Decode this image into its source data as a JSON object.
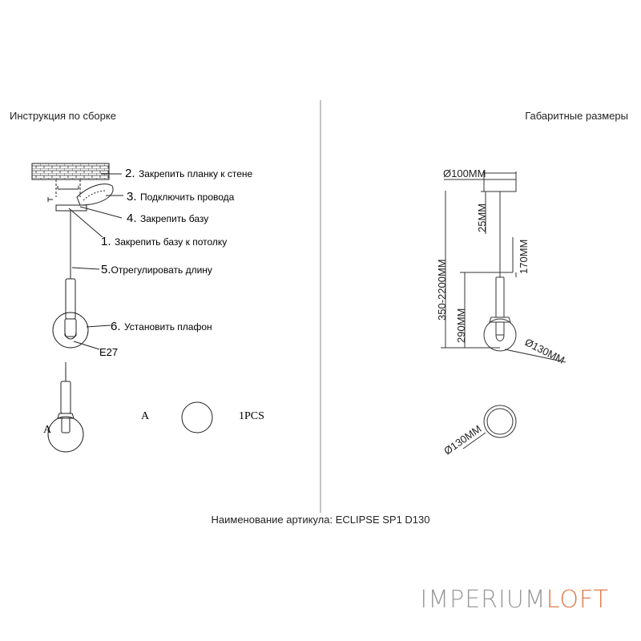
{
  "headers": {
    "left": "Инструкция по сборке",
    "right": "Габаритные размеры"
  },
  "steps": [
    {
      "num": "2.",
      "text": "Закрепить планку к стене"
    },
    {
      "num": "3.",
      "text": "Подключить провода"
    },
    {
      "num": "4.",
      "text": "Закрепить базу"
    },
    {
      "num": "1.",
      "text": "Закрепить базу к потолку"
    },
    {
      "num": "5.",
      "text": "Отрегулировать длину"
    },
    {
      "num": "6.",
      "text": "Установить плафон"
    }
  ],
  "socket_label": "E27",
  "parts": {
    "left_label": "A",
    "item_label": "A",
    "quantity": "1PCS"
  },
  "dimensions": {
    "base_diameter": "Ø100MM",
    "base_height": "25MM",
    "total_length": "350-2200MM",
    "shade_height": "290MM",
    "tube_length": "170MM",
    "shade_diameter": "Ø130MM",
    "shade_diameter_bottom": "Ø130MM"
  },
  "article": "Наименование артикула: ECLIPSE SP1 D130",
  "brand": {
    "part1": "IMPERIUM",
    "part2": "LOFT",
    "colors": {
      "part1": "#9a9a9a",
      "part2": "#e07a4a"
    }
  }
}
